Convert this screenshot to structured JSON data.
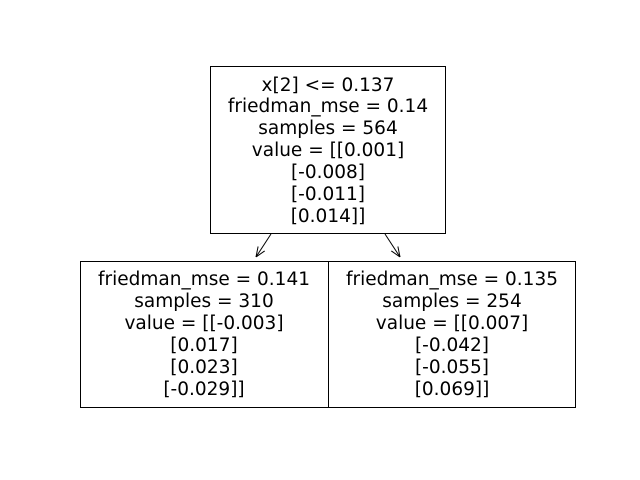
{
  "tree": {
    "root": {
      "lines": [
        "x[2] <= 0.137",
        "friedman_mse = 0.14",
        "samples = 564",
        "value = [[0.001]",
        "[-0.008]",
        "[-0.011]",
        "[0.014]]"
      ]
    },
    "left": {
      "lines": [
        "friedman_mse = 0.141",
        "samples = 310",
        "value = [[-0.003]",
        "[0.017]",
        "[0.023]",
        "[-0.029]]"
      ]
    },
    "right": {
      "lines": [
        "friedman_mse = 0.135",
        "samples = 254",
        "value = [[0.007]",
        "[-0.042]",
        "[-0.055]",
        "[0.069]]"
      ]
    }
  },
  "colors": {
    "stroke": "#000000",
    "fill": "#ffffff",
    "background": "#ffffff"
  }
}
